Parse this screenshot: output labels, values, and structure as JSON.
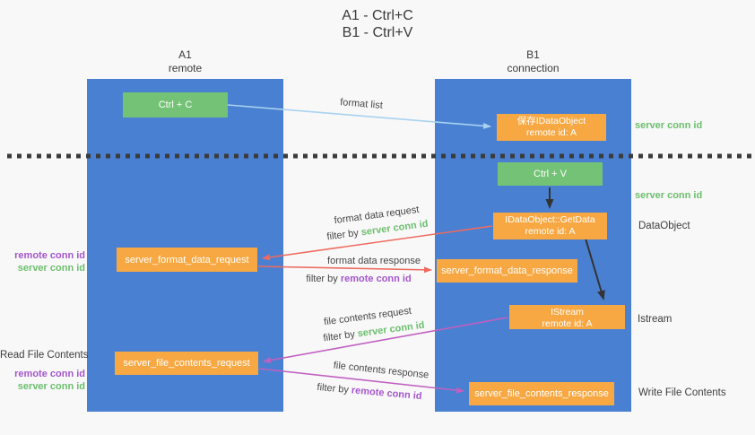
{
  "title": {
    "line1": "A1 - Ctrl+C",
    "line2": "B1 - Ctrl+V"
  },
  "lanes": {
    "left": {
      "name": "A1",
      "role": "remote"
    },
    "right": {
      "name": "B1",
      "role": "connection"
    }
  },
  "nodes": {
    "ctrl_c": {
      "label": "Ctrl + C"
    },
    "save_idataobject": {
      "line1": "保存IDataObject",
      "line2": "remote id: A"
    },
    "ctrl_v": {
      "label": "Ctrl + V"
    },
    "idataobject_getdata": {
      "line1": "IDataObject::GetData",
      "line2": "remote id: A"
    },
    "server_format_data_request": {
      "label": "server_format_data_request"
    },
    "server_format_data_response": {
      "label": "server_format_data_response"
    },
    "istream": {
      "line1": "IStream",
      "line2": "remote id: A"
    },
    "server_file_contents_request": {
      "label": "server_file_contents_request"
    },
    "server_file_contents_response": {
      "label": "server_file_contents_response"
    }
  },
  "arrow_labels": {
    "format_list": "format list",
    "format_data_request": "format data request",
    "format_data_response": "format data response",
    "file_contents_request": "file contents request",
    "file_contents_response": "file contents response",
    "filter_by": "filter by",
    "server_conn_id": "server conn id",
    "remote_conn_id": "remote conn id"
  },
  "side_labels": {
    "right": {
      "server_conn_id_top": "server conn id",
      "server_conn_id_mid": "server conn id",
      "dataobject": "DataObject",
      "istream": "Istream",
      "write_file_contents": "Write File Contents"
    },
    "left": {
      "remote_conn_id_top": "remote conn id",
      "server_conn_id_top": "server conn id",
      "read_file_contents": "Read File Contents",
      "remote_conn_id_bottom": "remote conn id",
      "server_conn_id_bottom": "server conn id"
    }
  },
  "colors": {
    "lane_blue": "#4a80d1",
    "node_green": "#74c276",
    "node_orange": "#f7a843",
    "arrow_blue": "#a9d2ef",
    "arrow_black": "#333333",
    "arrow_salmon": "#ee6b5f",
    "arrow_magenta": "#c060c0",
    "text_green": "#6cbf6c",
    "text_purple": "#a455cc",
    "text_dark": "#3d3d3d",
    "background": "#f8f8f9",
    "dotted_line": "#3b3b3b"
  }
}
